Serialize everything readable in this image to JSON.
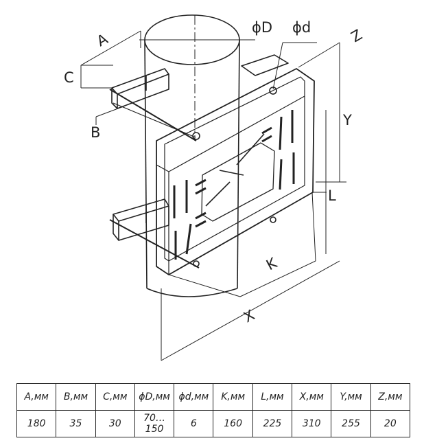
{
  "drawing": {
    "labels": {
      "A": "A",
      "B": "B",
      "C": "C",
      "Y": "Y",
      "L": "L",
      "K": "K",
      "X": "X",
      "Z": "Z",
      "D": "ϕD",
      "d": "ϕd"
    }
  },
  "table": {
    "headers": [
      "A,мм",
      "B,мм",
      "C,мм",
      "ϕD,мм",
      "ϕd,мм",
      "K,мм",
      "L,мм",
      "X,мм",
      "Y,мм",
      "Z,мм"
    ],
    "values": [
      "180",
      "35",
      "30",
      "70…150",
      "6",
      "160",
      "225",
      "310",
      "255",
      "20"
    ]
  }
}
